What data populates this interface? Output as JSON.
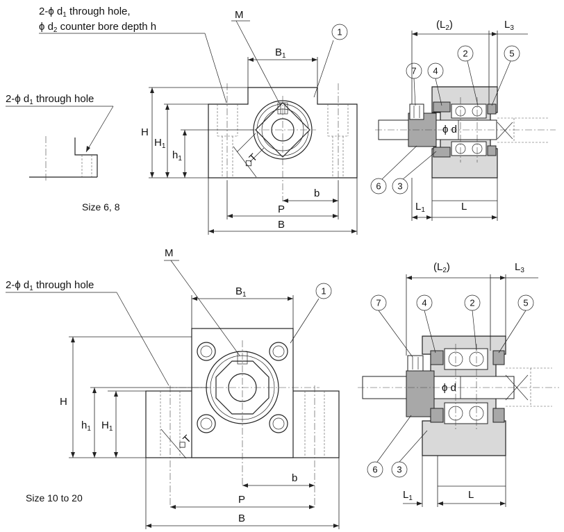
{
  "labels": {
    "hole_note_1": "2-ϕd1 through hole,",
    "hole_note_1_parts": {
      "pre": "2-ϕ d",
      "sub": "1",
      "post": " through hole,"
    },
    "hole_note_2_parts": {
      "pre": "ϕ d",
      "sub": "2",
      "post": " counter bore depth h"
    },
    "hole_note_3_parts": {
      "pre": "2-ϕ d",
      "sub": "1",
      "post": " through hole"
    },
    "hole_note_4_parts": {
      "pre": "2-ϕ d",
      "sub": "1",
      "post": " through hole"
    },
    "size_small": "Size 6, 8",
    "size_large": "Size 10 to 20",
    "M": "M",
    "B1": {
      "base": "B",
      "sub": "1"
    },
    "H": "H",
    "H1": {
      "base": "H",
      "sub": "1"
    },
    "h1": {
      "base": "h",
      "sub": "1"
    },
    "b": "b",
    "P": "P",
    "B": "B",
    "T": "◇T",
    "L": "L",
    "L1": {
      "base": "L",
      "sub": "1"
    },
    "L2": {
      "pre": "(L",
      "sub": "2",
      "post": ")"
    },
    "L3": {
      "base": "L",
      "sub": "3"
    },
    "phi_d": "ϕ d"
  },
  "part_numbers": [
    "1",
    "2",
    "3",
    "4",
    "5",
    "6",
    "7"
  ]
}
